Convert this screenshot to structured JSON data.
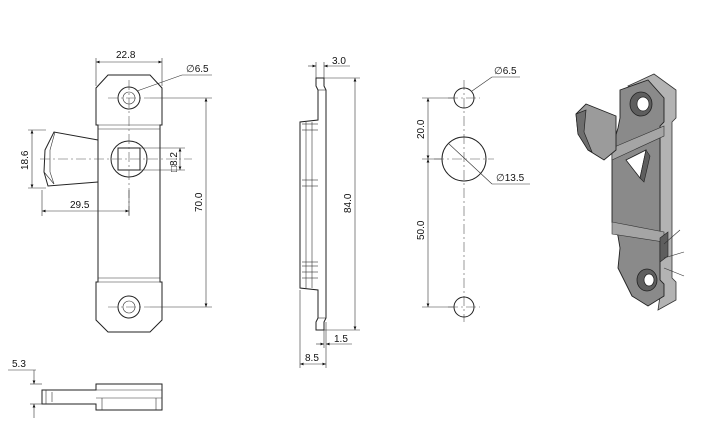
{
  "drawing": {
    "front_view": {
      "width": "22.8",
      "hole": "∅6.5",
      "height_a": "18.6",
      "square": "□8.2",
      "offset": "29.5",
      "pitch": "70.0"
    },
    "side_view": {
      "top": "3.0",
      "length": "84.0",
      "bottom_a": "8.5",
      "bottom_b": "1.5"
    },
    "hole_pattern": {
      "hole_small": "∅6.5",
      "hole_large": "∅13.5",
      "spacing_a": "20.0",
      "spacing_b": "50.0"
    },
    "bottom_view": {
      "thickness": "5.3"
    }
  },
  "colors": {
    "line": "#222222",
    "face_3d": "#8a8a8a",
    "face_3d_dark": "#5e5e5e",
    "face_3d_light": "#b3b3b3"
  }
}
